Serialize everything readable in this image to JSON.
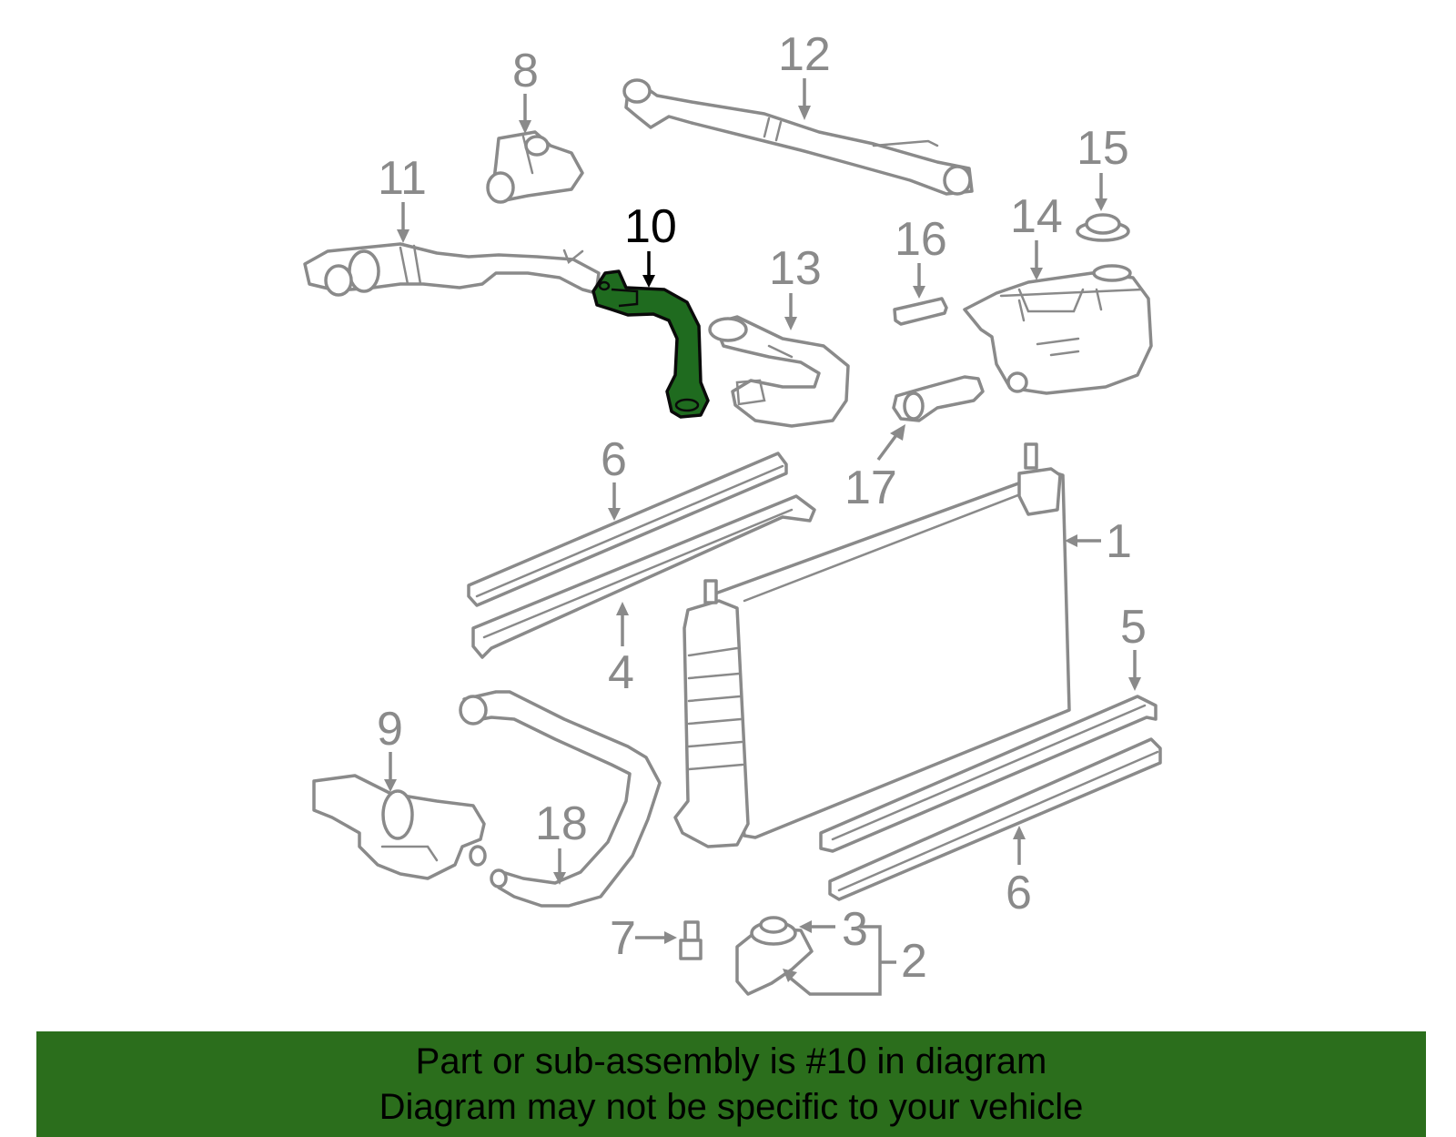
{
  "diagram": {
    "highlighted_part": "10",
    "callouts": [
      "1",
      "2",
      "3",
      "4",
      "5",
      "6",
      "6",
      "7",
      "8",
      "9",
      "10",
      "11",
      "12",
      "13",
      "14",
      "15",
      "16",
      "17",
      "18"
    ],
    "colors": {
      "parts": "#8a8a8a",
      "highlight": "#1f6b1f",
      "banner": "#2b6e1c"
    }
  },
  "banner": {
    "line1": "Part or sub-assembly is #10 in diagram",
    "line2": "Diagram may not be specific to your vehicle"
  }
}
